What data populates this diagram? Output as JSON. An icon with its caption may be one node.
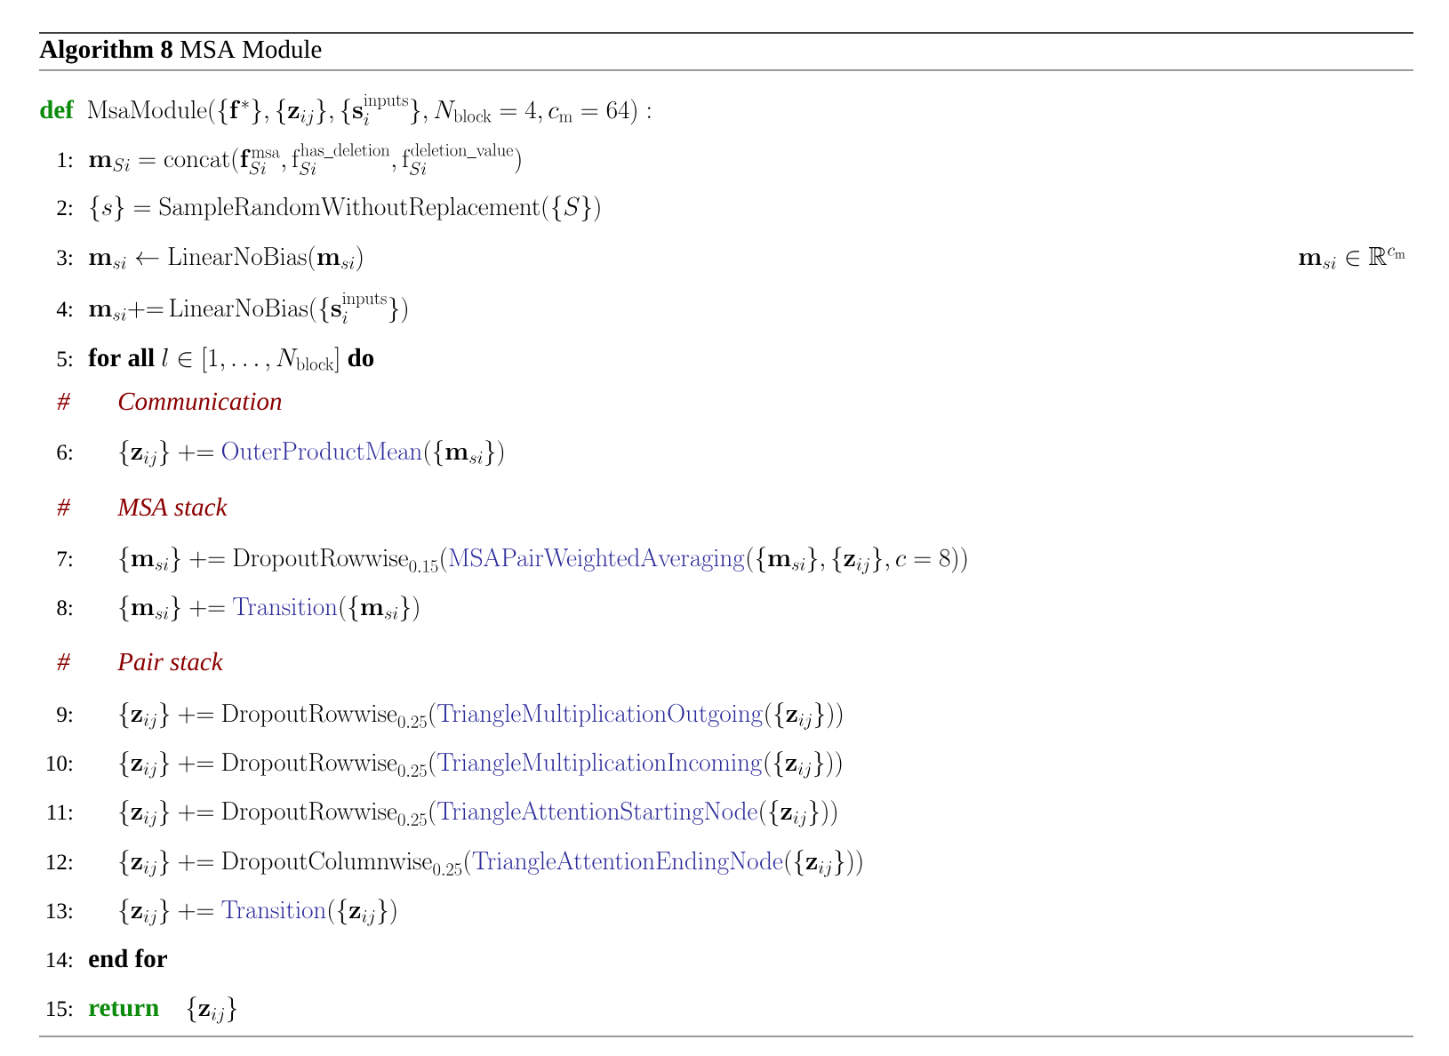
{
  "diagram": {
    "title": "**Algorithm 8** MSA Module",
    "labels": [
      "\\textcolor{defgreen}{\\textbf{def}}\\ \\ \\mathrm{MsaModule}(\\{\\mathbf{f}^*\\},\\{\\mathbf{z}_{ij}\\},\\{\\mathbf{s}_i^{\\mathrm{inputs}}\\},N_{\\mathrm{block}}=4,c_{\\mathrm{m}}=64):",
      "1:",
      "\\mathbf{m}_{Si}=\\mathrm{concat}(\\mathbf{f}_{Si}^{\\mathrm{msa}},\\mathrm{f}_{Si}^{\\mathrm{has\\_deletion}},\\mathrm{f}_{Si}^{\\mathrm{deletion\\_value}})",
      "2:",
      "\\{s\\}=\\mathrm{SampleRandomWithoutReplacement}(\\{S\\})",
      "3:",
      "\\mathbf{m}_{si}\\leftarrow\\mathrm{LinearNoBias}(\\mathbf{m}_{si})",
      "\\mathbf{m}_{si}\\in\\mathbb{R}^{c_{\\mathrm{m}}}",
      "4:",
      "\\mathbf{m}_{si}{+}{=}\\,\\mathrm{LinearNoBias}(\\{\\mathbf{s}_i^{\\mathrm{inputs}}\\})",
      "5:",
      "\\textbf{for all}\\ l\\in[1,\\ldots,N_{\\mathrm{block}}]\\ \\textbf{do}",
      "#",
      "Communication",
      "6:",
      "\\{\\mathbf{z}_{ij}\\}\\ {+}{=}\\ \\textcolor{fnblue}{\\mathrm{OuterProductMean}}(\\{\\mathbf{m}_{si}\\})",
      "#",
      "MSA stack",
      "7:",
      "\\{\\mathbf{m}_{si}\\}\\ {+}{=}\\ \\mathrm{DropoutRowwise}_{0.15}(\\textcolor{fnblue}{\\mathrm{MSAPairWeightedAveraging}}(\\{\\mathbf{m}_{si}\\},\\{\\mathbf{z}_{ij}\\},c=8))",
      "8:",
      "\\{\\mathbf{m}_{si}\\}\\ {+}{=}\\ \\textcolor{fnblue}{\\mathrm{Transition}}(\\{\\mathbf{m}_{si}\\})",
      "#",
      "Pair stack",
      "9:",
      "\\{\\mathbf{z}_{ij}\\}\\ {+}{=}\\ \\mathrm{DropoutRowwise}_{0.25}(\\textcolor{fnblue}{\\mathrm{TriangleMultiplicationOutgoing}}(\\{\\mathbf{z}_{ij}\\}))",
      "10:",
      "\\{\\mathbf{z}_{ij}\\}\\ {+}{=}\\ \\mathrm{DropoutRowwise}_{0.25}(\\textcolor{fnblue}{\\mathrm{TriangleMultiplicationIncoming}}(\\{\\mathbf{z}_{ij}\\}))",
      "11:",
      "\\{\\mathbf{z}_{ij}\\}\\ {+}{=}\\ \\mathrm{DropoutRowwise}_{0.25}(\\textcolor{fnblue}{\\mathrm{TriangleAttentionStartingNode}}(\\{\\mathbf{z}_{ij}\\}))",
      "12:",
      "\\{\\mathbf{z}_{ij}\\}\\ {+}{=}\\ \\mathrm{DropoutColumnwise}_{0.25}(\\textcolor{fnblue}{\\mathrm{TriangleAttentionEndingNode}}(\\{\\mathbf{z}_{ij}\\}))",
      "13:",
      "\\{\\mathbf{z}_{ij}\\}\\ {+}{=}\\ \\textcolor{fnblue}{\\mathrm{Transition}}(\\{\\mathbf{z}_{ij}\\})",
      "14:",
      "\\textbf{end for}",
      "15:",
      "\\textcolor{defgreen}{\\textbf{return}}\\quad\\{\\mathbf{z}_{ij}\\}"
    ]
  }
}
